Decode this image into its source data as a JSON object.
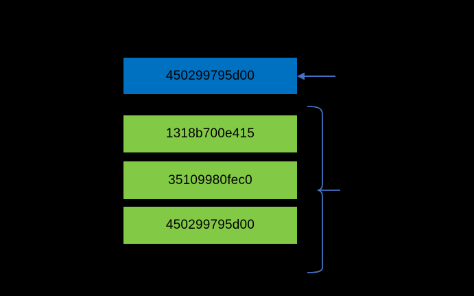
{
  "colors": {
    "background": "#000000",
    "box_blue": "#0070C0",
    "box_green": "#82C945",
    "box_text": "#000000",
    "connector_blue": "#4472C4"
  },
  "blue_box": {
    "label": "450299795d00"
  },
  "green_boxes": [
    {
      "label": "1318b700e415"
    },
    {
      "label": "35109980fec0"
    },
    {
      "label": "450299795d00"
    }
  ],
  "icons": {
    "arrow": "left-arrow",
    "brace": "right-curly-brace"
  }
}
